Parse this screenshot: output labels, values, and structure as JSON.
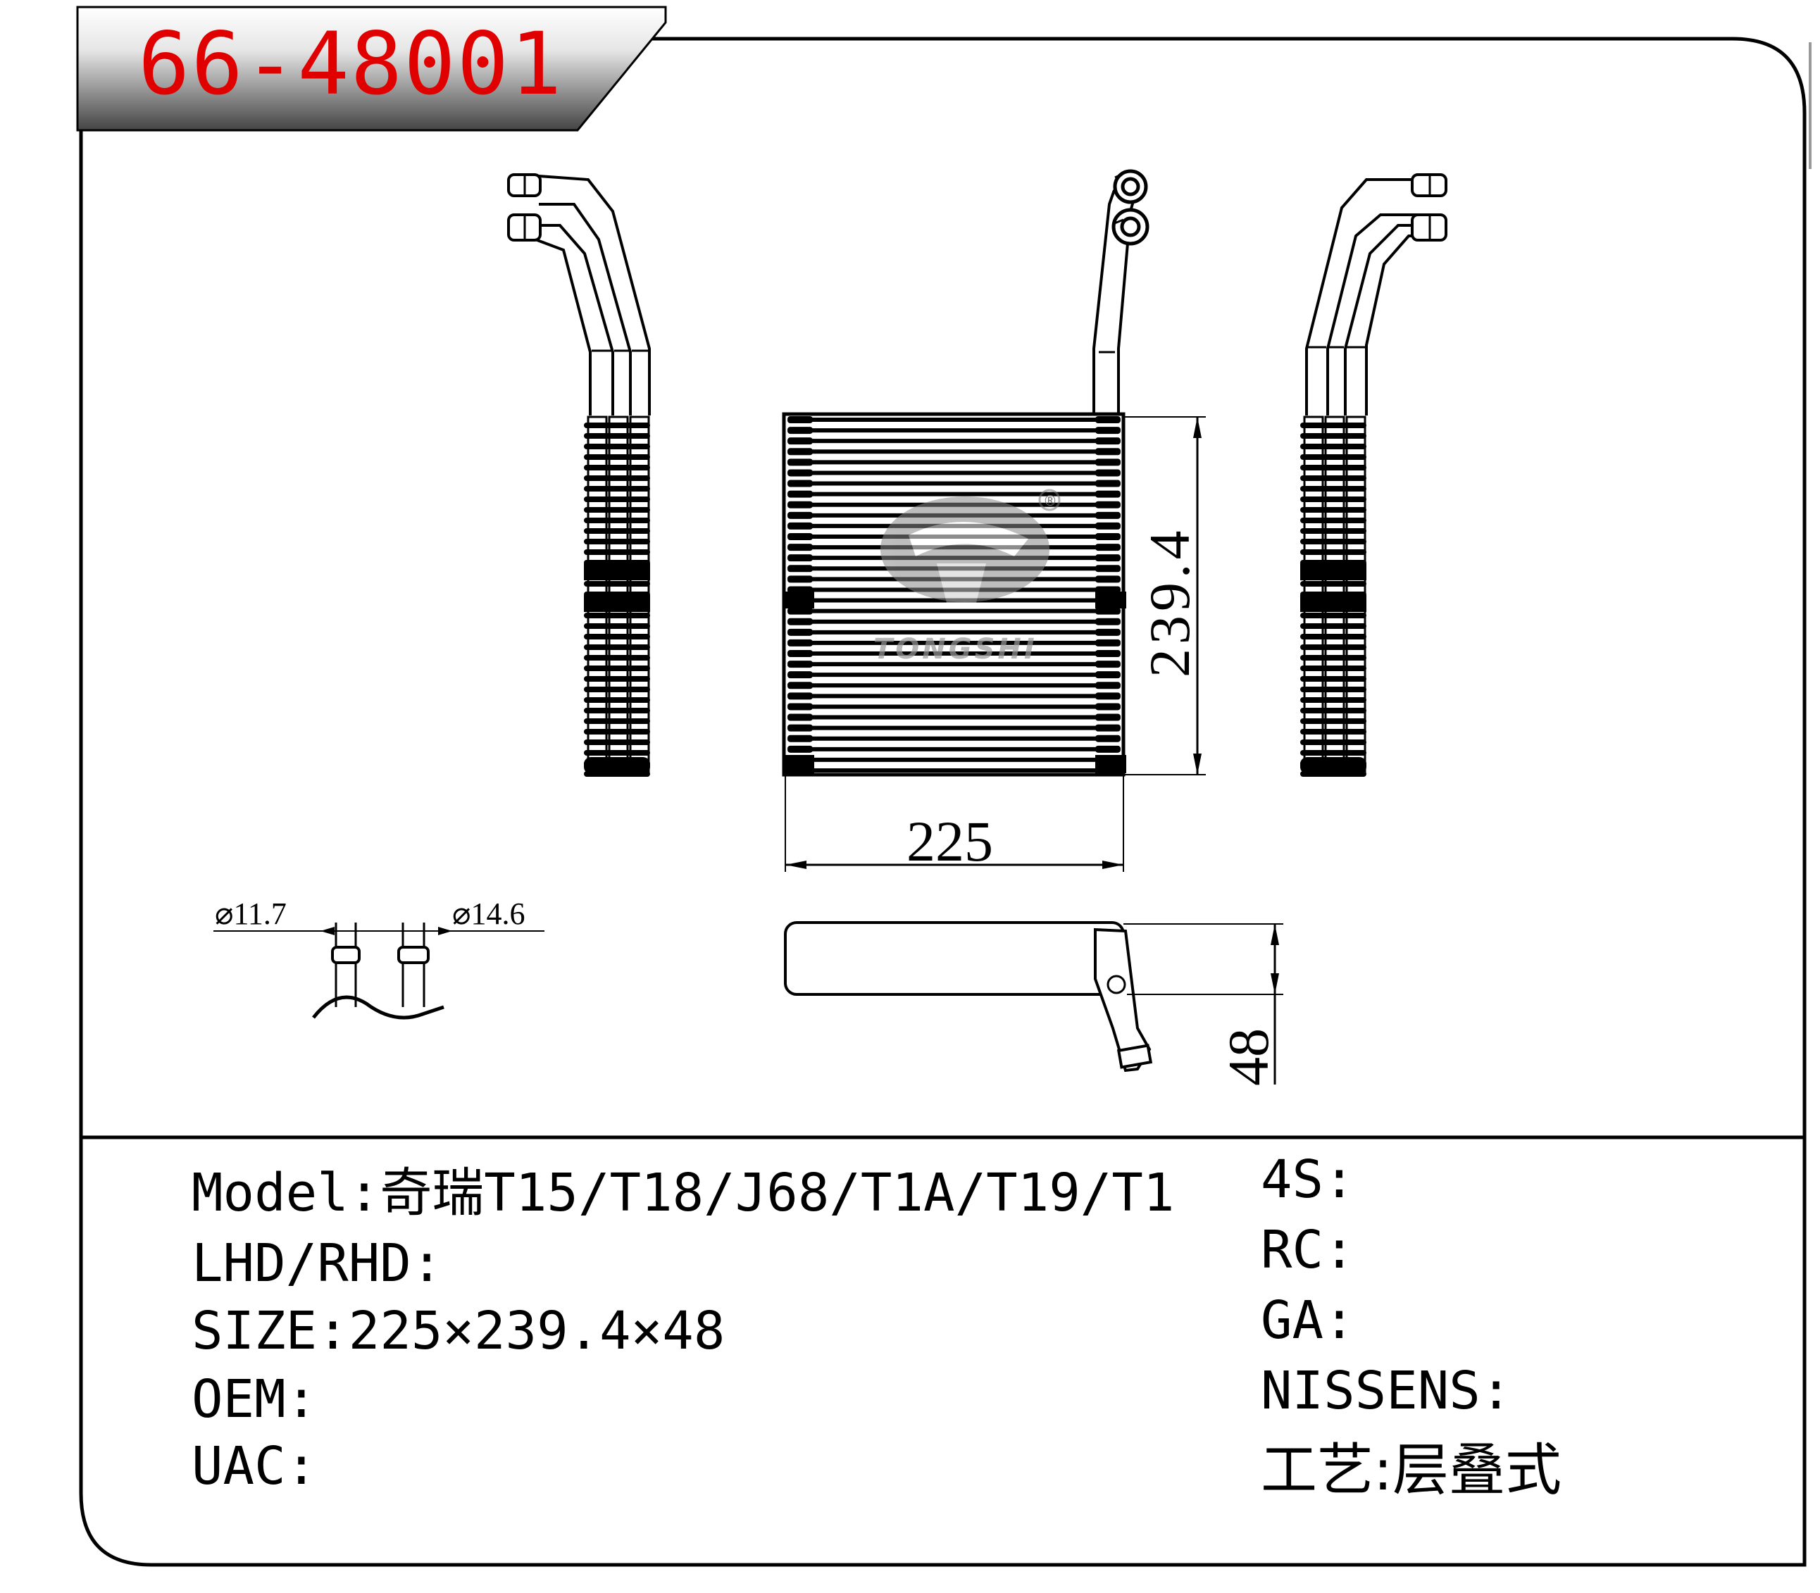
{
  "part_number": "66-48001",
  "specs": {
    "model_label": "Model:",
    "model_value": "奇瑞T15/T18/J68/T1A/T19/T1",
    "lhd_rhd_label": "LHD/RHD:",
    "lhd_rhd_value": "",
    "size_label": "SIZE:",
    "size_value": "225×239.4×48",
    "oem_label": "OEM:",
    "oem_value": "",
    "uac_label": "UAC:",
    "uac_value": ""
  },
  "refs": {
    "s4_label": "4S:",
    "s4_value": "",
    "rc_label": "RC:",
    "rc_value": "",
    "ga_label": "GA:",
    "ga_value": "",
    "nissens_label": "NISSENS:",
    "nissens_value": "",
    "process_label": "工艺:",
    "process_value": "层叠式"
  },
  "dimensions": {
    "width": "225",
    "height": "239.4",
    "depth": "48",
    "pipe_small": "⌀11.7",
    "pipe_large": "⌀14.6"
  },
  "watermark": {
    "brand": "TONGSHI",
    "registered": "®"
  },
  "colors": {
    "title_red": "#e00000",
    "line": "#000000",
    "watermark_gray": "#9a9a9a"
  }
}
